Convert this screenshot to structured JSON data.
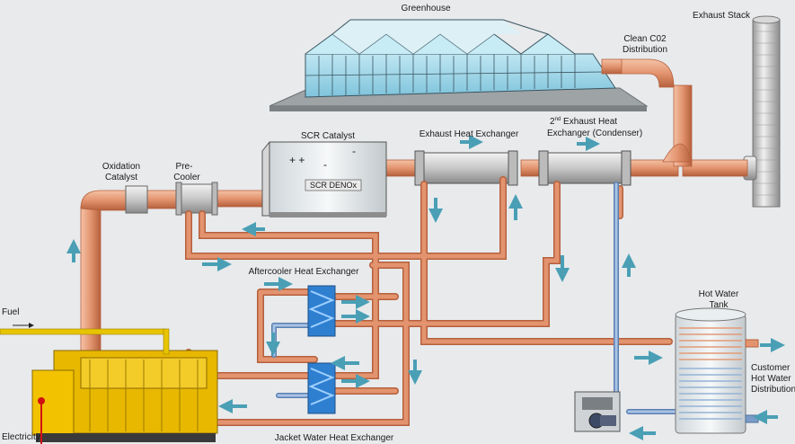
{
  "labels": {
    "greenhouse": "Greenhouse",
    "exhaust_stack": "Exhaust Stack",
    "clean_co2_1": "Clean C02",
    "clean_co2_2": "Distribution",
    "scr_catalyst": "SCR Catalyst",
    "scr_denox": "SCR DENOx",
    "exhaust_hx": "Exhaust Heat Exchanger",
    "second_hx_1_sup": "nd",
    "second_hx_1_num": "2",
    "second_hx_1_rest": " Exhaust Heat",
    "second_hx_2": "Exchanger (Condenser)",
    "oxidation_1": "Oxidation",
    "oxidation_2": "Catalyst",
    "precooler_1": "Pre-",
    "precooler_2": "Cooler",
    "aftercooler_hx": "Aftercooler Heat Exchanger",
    "jacket_hx": "Jacket Water Heat Exchanger",
    "fuel": "Fuel",
    "electricity": "Electricity",
    "hot_water_1": "Hot Water",
    "hot_water_2": "Tank",
    "customer_1": "Customer",
    "customer_2": "Hot Water",
    "customer_3": "Distribution"
  },
  "colors": {
    "background": "#e8eaec",
    "pipe_copper": "#e3946f",
    "pipe_copper_dark": "#b5603c",
    "pipe_blue": "#7a9cc8",
    "heat_exchanger_blue": "#2f7fd1",
    "flow_arrow": "#4a9fb5",
    "engine_yellow": "#f2c200",
    "fuel_yellow": "#e8c400",
    "electric_red": "#d01010"
  }
}
